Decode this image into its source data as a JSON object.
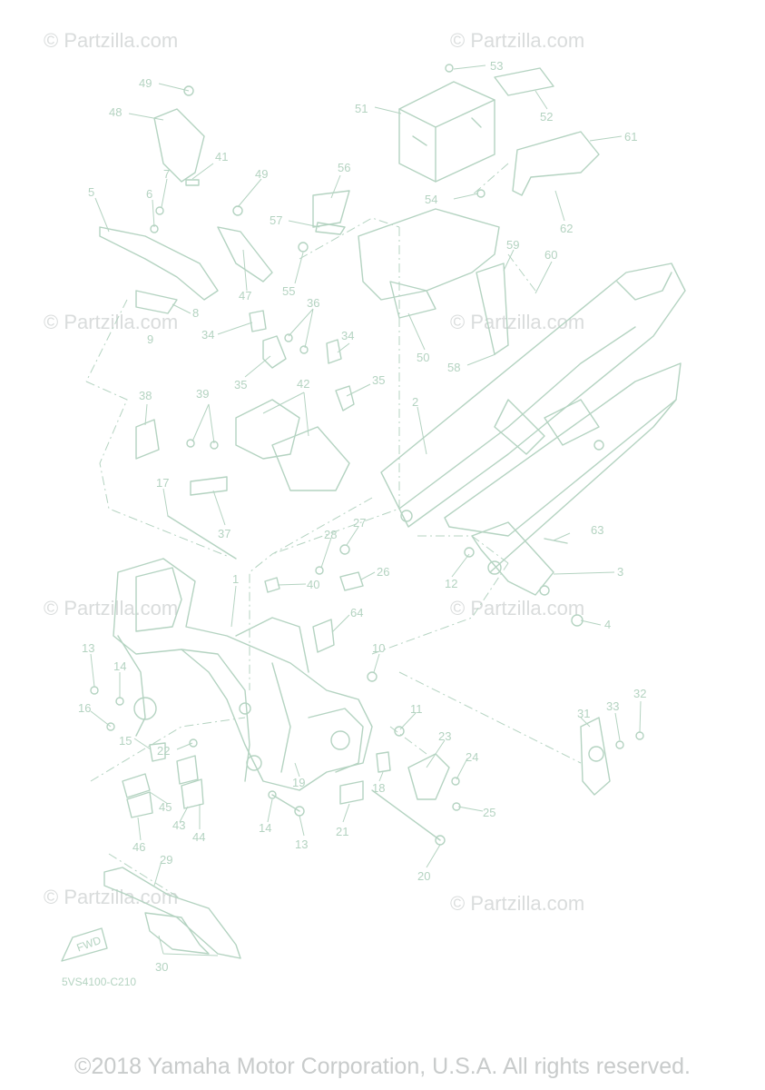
{
  "watermark": "© Partzilla.com",
  "diagram_code": "5VS4100-C210",
  "fwd_label": "FWD",
  "copyright": "©2018 Yamaha Motor Corporation, U.S.A. All rights reserved.",
  "colors": {
    "line": "#b4d3c1",
    "watermark": "#d9dcdc",
    "background": "#ffffff"
  },
  "callouts": [
    "1",
    "2",
    "3",
    "4",
    "5",
    "6",
    "7",
    "8",
    "9",
    "10",
    "11",
    "12",
    "13",
    "13",
    "14",
    "14",
    "15",
    "16",
    "17",
    "18",
    "19",
    "20",
    "21",
    "22",
    "23",
    "24",
    "25",
    "26",
    "27",
    "28",
    "29",
    "30",
    "31",
    "32",
    "33",
    "34",
    "34",
    "35",
    "35",
    "36",
    "37",
    "38",
    "39",
    "40",
    "41",
    "42",
    "43",
    "44",
    "45",
    "46",
    "47",
    "48",
    "49",
    "49",
    "50",
    "51",
    "52",
    "53",
    "54",
    "55",
    "56",
    "57",
    "58",
    "59",
    "60",
    "61",
    "62",
    "63",
    "64"
  ]
}
